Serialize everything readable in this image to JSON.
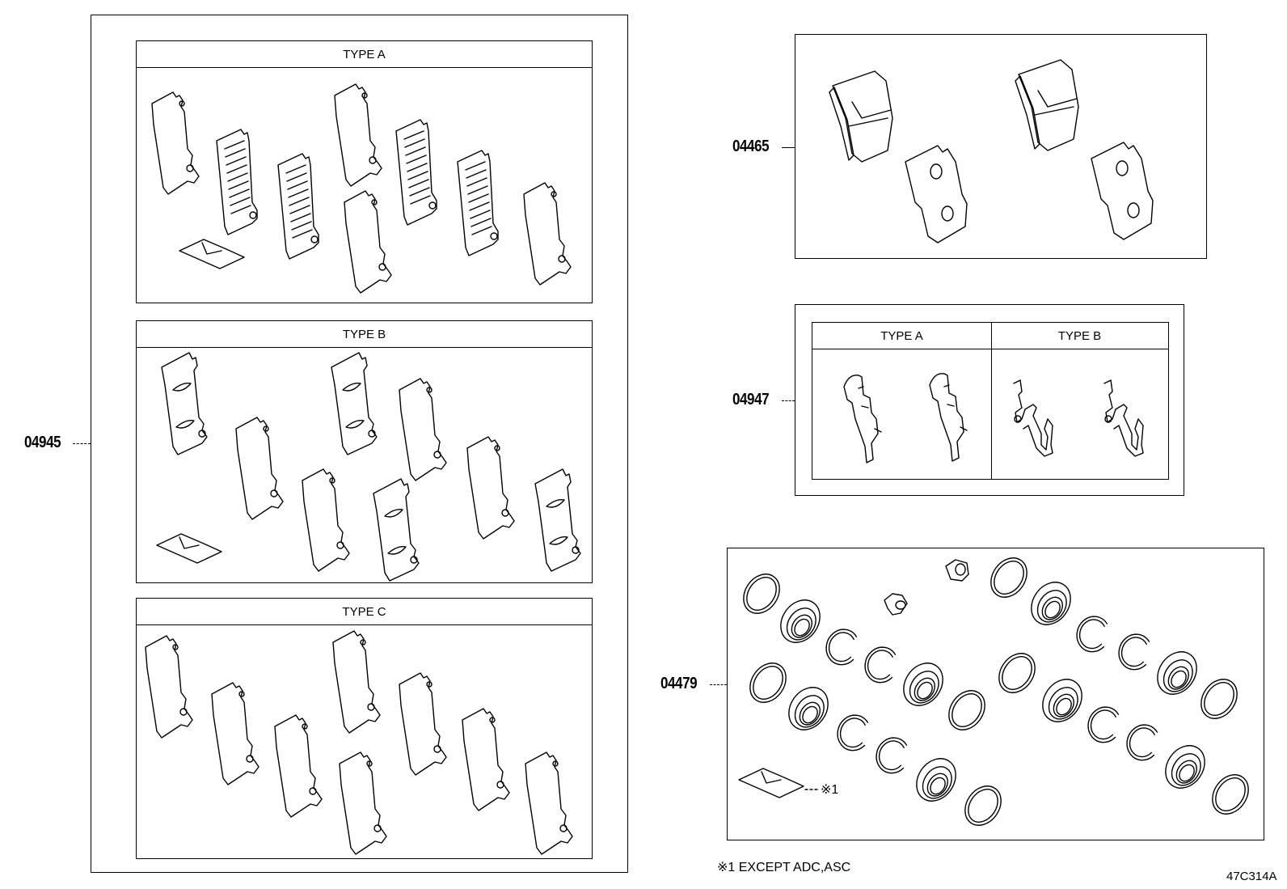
{
  "callouts": {
    "p04945": "04945",
    "p04465": "04465",
    "p04947": "04947",
    "p04479": "04479"
  },
  "kit_04945": {
    "type_a": "TYPE A",
    "type_b": "TYPE B",
    "type_c": "TYPE C"
  },
  "kit_04947": {
    "type_a": "TYPE A",
    "type_b": "TYPE B"
  },
  "kit_04479": {
    "note_marker": "※1"
  },
  "footnote": "※1 EXCEPT ADC,ASC",
  "illustration_code": "47C314A"
}
